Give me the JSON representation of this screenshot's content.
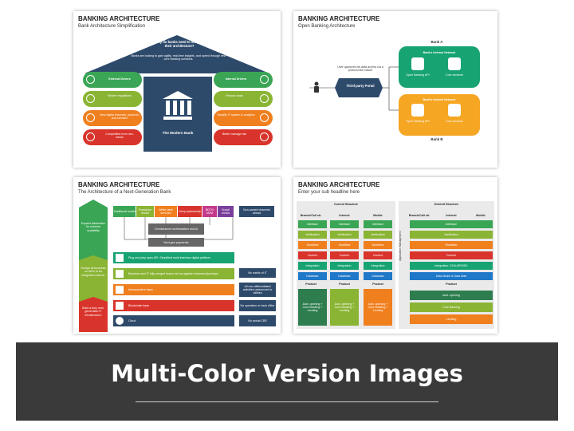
{
  "slide1": {
    "title": "BANKING ARCHITECTURE",
    "subtitle": "Bank Architecture Simplification",
    "roof_question": "Why do banks need to simplify their architecture?",
    "roof_text": "Banks are looking to gain agility, real-time insights, and speed through new core banking solutions.",
    "center_label": "The Modern Bank",
    "left_items": [
      "External Drivers",
      "Stricter regulations",
      "New digital channels, products, and services",
      "Competition from neo-banks"
    ],
    "right_items": [
      "Internal Drivers",
      "Reduce costs",
      "Simplify IT system & analytics",
      "Better manage risk"
    ],
    "colors": {
      "green": "#3aa655",
      "olive": "#8ab433",
      "orange": "#f07f1e",
      "red": "#d9342b",
      "navy": "#2e4a6b"
    }
  },
  "slide2": {
    "title": "BANKING ARCHITECTURE",
    "subtitle": "Open Banking Architecture",
    "bank_a": "Bank A",
    "bank_b": "Bank B",
    "consent": "User approves his data access via a protocol like OAuth",
    "portal": "Third-party Portal",
    "network_label": "Bank's Internal Network",
    "open_api": "Open Banking API",
    "core_services": "Core services"
  },
  "slide3": {
    "title": "BANKING ARCHITECTURE",
    "subtitle": "The Architecture of a Next-Generation Bank",
    "top_headers": [
      "Traditional model",
      "Franchise model",
      "White label services",
      "Deep partnership",
      "BDTV/ M2M",
      "Social media"
    ],
    "non_owned": "Non-owned channels ahead",
    "omnichannel": "Omnichannel orchestration and AI",
    "nextgen_payments": "Next-gen payments",
    "arrow_labels": [
      "Expand distribution for extreme scalability",
      "Design all business on them in an integrated manner",
      "Build a truly next-generation IT infrastructure"
    ],
    "rows": [
      "Plug and play open API: Simplified multi-interface digital platform",
      "Business and IT fully merged teams set up against customers/journeys",
      "Interoperative layer",
      "Blockchain base",
      "Cloud"
    ],
    "right_notes": [
      "No matrix of IT",
      "All non-differentiated activities outsourced to utilities",
      "No operation or back office",
      "No actual CBS"
    ]
  },
  "slide4": {
    "title": "BANKING ARCHITECTURE",
    "subtitle": "Enter your sub headline here",
    "current": "Current Structure",
    "desired": "Desired Structure",
    "columns": [
      "Branch/Call ctr.",
      "Internet",
      "Mobile"
    ],
    "rows": [
      "Interface",
      "Verification",
      "Workflow",
      "Content",
      "Integration",
      "Database"
    ],
    "desired_integration": "Integration: SOA API/SDK",
    "desired_database": "Data Model & Data Mart",
    "product": "Product",
    "product_cells": [
      "Acct. opening + Core Banking + Lending"
    ],
    "desired_products": [
      "Acct. opening",
      "Core Banking",
      "Lending"
    ],
    "side_label": "Application Management"
  },
  "banner": {
    "text": "Multi-Color Version Images"
  }
}
